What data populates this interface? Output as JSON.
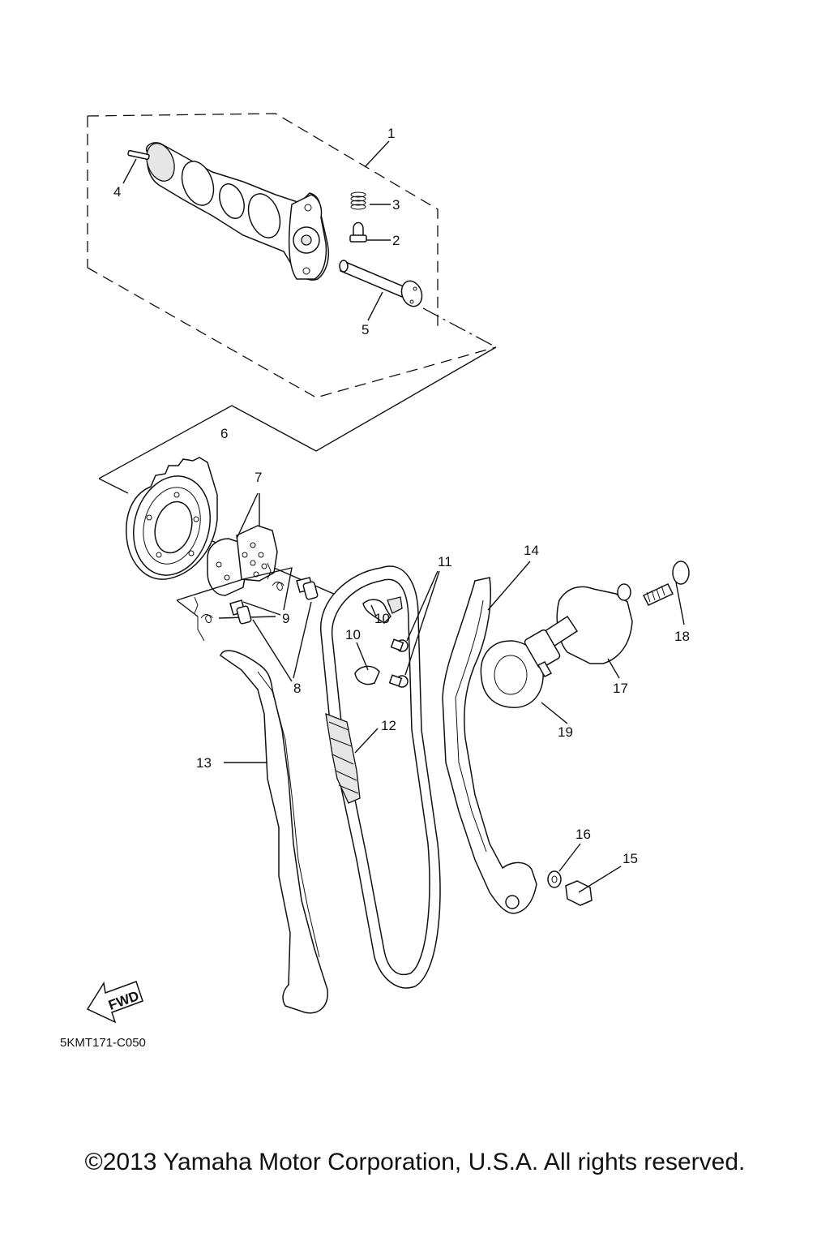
{
  "callouts": {
    "c1": "1",
    "c2": "2",
    "c3": "3",
    "c4": "4",
    "c5": "5",
    "c6": "6",
    "c7": "7",
    "c8": "8",
    "c9": "9",
    "c10a": "10",
    "c10b": "10",
    "c11": "11",
    "c12": "12",
    "c13": "13",
    "c14": "14",
    "c15": "15",
    "c16": "16",
    "c17": "17",
    "c18": "18",
    "c19": "19"
  },
  "fwd_label": "FWD",
  "diagram_code": "5KMT171-C050",
  "copyright": "©2013 Yamaha Motor Corporation, U.S.A. All rights reserved."
}
